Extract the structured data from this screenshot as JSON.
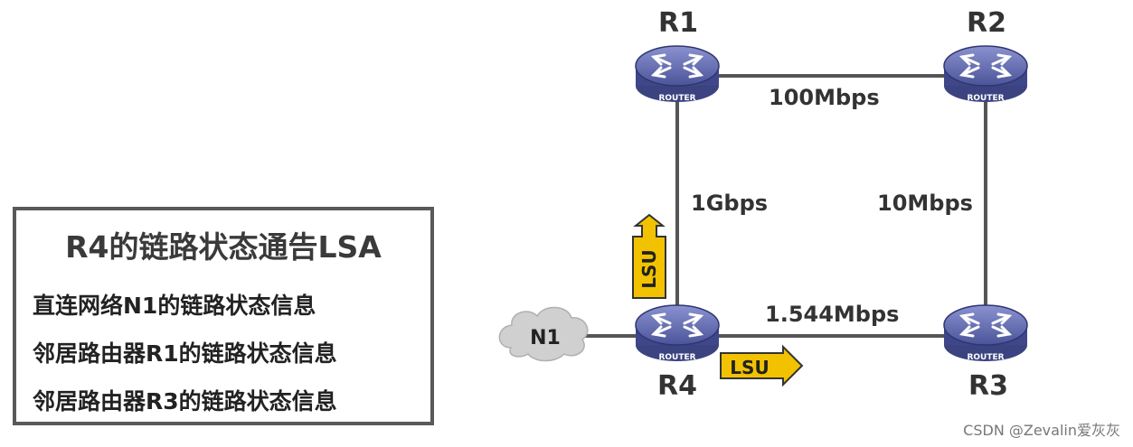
{
  "lsa_box": {
    "title": "R4的链路状态通告LSA",
    "items": [
      "直连网络N1的链路状态信息",
      "邻居路由器R1的链路状态信息",
      "邻居路由器R3的链路状态信息"
    ]
  },
  "routers": [
    {
      "name": "R1",
      "label": "ROUTER"
    },
    {
      "name": "R2",
      "label": "ROUTER"
    },
    {
      "name": "R3",
      "label": "ROUTER"
    },
    {
      "name": "R4",
      "label": "ROUTER"
    }
  ],
  "links": {
    "r1_r2": "100Mbps",
    "r1_r4": "1Gbps",
    "r2_r3": "10Mbps",
    "r4_r3": "1.544Mbps"
  },
  "network": {
    "name": "N1"
  },
  "lsu_up": "LSU",
  "lsu_right": "LSU",
  "watermark": "CSDN @Zevalin爱灰灰",
  "colors": {
    "router": "#5f68b0",
    "lsu": "#f2c200",
    "line": "#555555"
  }
}
